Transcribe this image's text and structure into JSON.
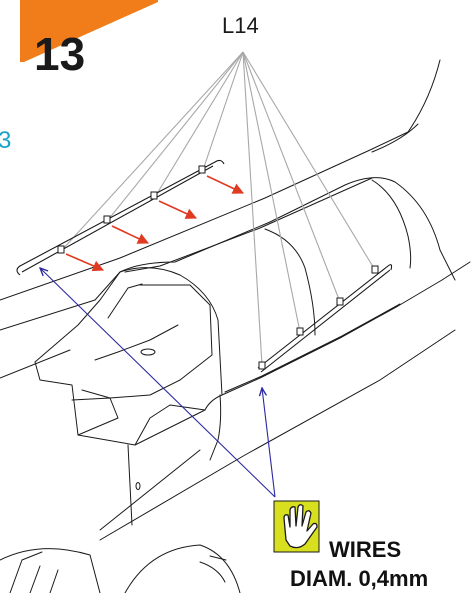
{
  "step": {
    "number": "13",
    "badge_color": "#f07d1a"
  },
  "part_label": "L14",
  "reference_label": "3",
  "note": {
    "icon": "hand-icon",
    "line1": "WIRES",
    "line2": "DIAM. 0,4mm",
    "icon_color": "#d8df1e"
  },
  "colors": {
    "reference": "#1aa3c9",
    "arrows": "#e03a22",
    "leaders": "#2b2aa0"
  }
}
